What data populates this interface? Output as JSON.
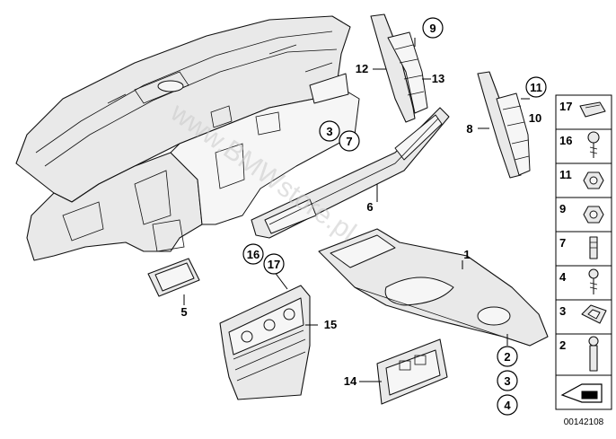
{
  "watermark": "www.BMWstore.pl",
  "drawing_number": "00142108",
  "callouts": {
    "p1": "1",
    "p2": "2",
    "p3": "3",
    "p4": "4",
    "p5": "5",
    "p6": "6",
    "p7": "7",
    "p8": "8",
    "p9": "9",
    "p10": "10",
    "p11": "11",
    "p12": "12",
    "p13": "13",
    "p14": "14",
    "p15": "15",
    "p16": "16",
    "p17": "17"
  },
  "legend": [
    "17",
    "16",
    "11",
    "9",
    "7",
    "4",
    "3",
    "2"
  ]
}
